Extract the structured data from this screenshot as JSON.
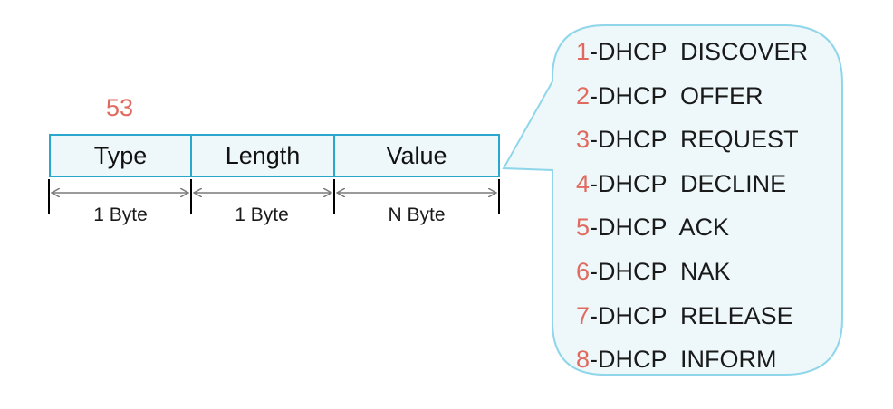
{
  "option_code": "53",
  "fields": [
    {
      "label": "Type",
      "size": "1  Byte"
    },
    {
      "label": "Length",
      "size": "1  Byte"
    },
    {
      "label": "Value",
      "size": "N  Byte"
    }
  ],
  "message_types": [
    {
      "code": "1",
      "name": "-DHCP  DISCOVER"
    },
    {
      "code": "2",
      "name": "-DHCP  OFFER"
    },
    {
      "code": "3",
      "name": "-DHCP  REQUEST"
    },
    {
      "code": "4",
      "name": "-DHCP  DECLINE"
    },
    {
      "code": "5",
      "name": "-DHCP  ACK"
    },
    {
      "code": "6",
      "name": "-DHCP  NAK"
    },
    {
      "code": "7",
      "name": "-DHCP  RELEASE"
    },
    {
      "code": "8",
      "name": "-DHCP  INFORM"
    }
  ],
  "colors": {
    "accent": "#e06a5f",
    "border": "#2aa7cc",
    "callout_border": "#8fd6ea",
    "fill": "#eef8fb"
  }
}
